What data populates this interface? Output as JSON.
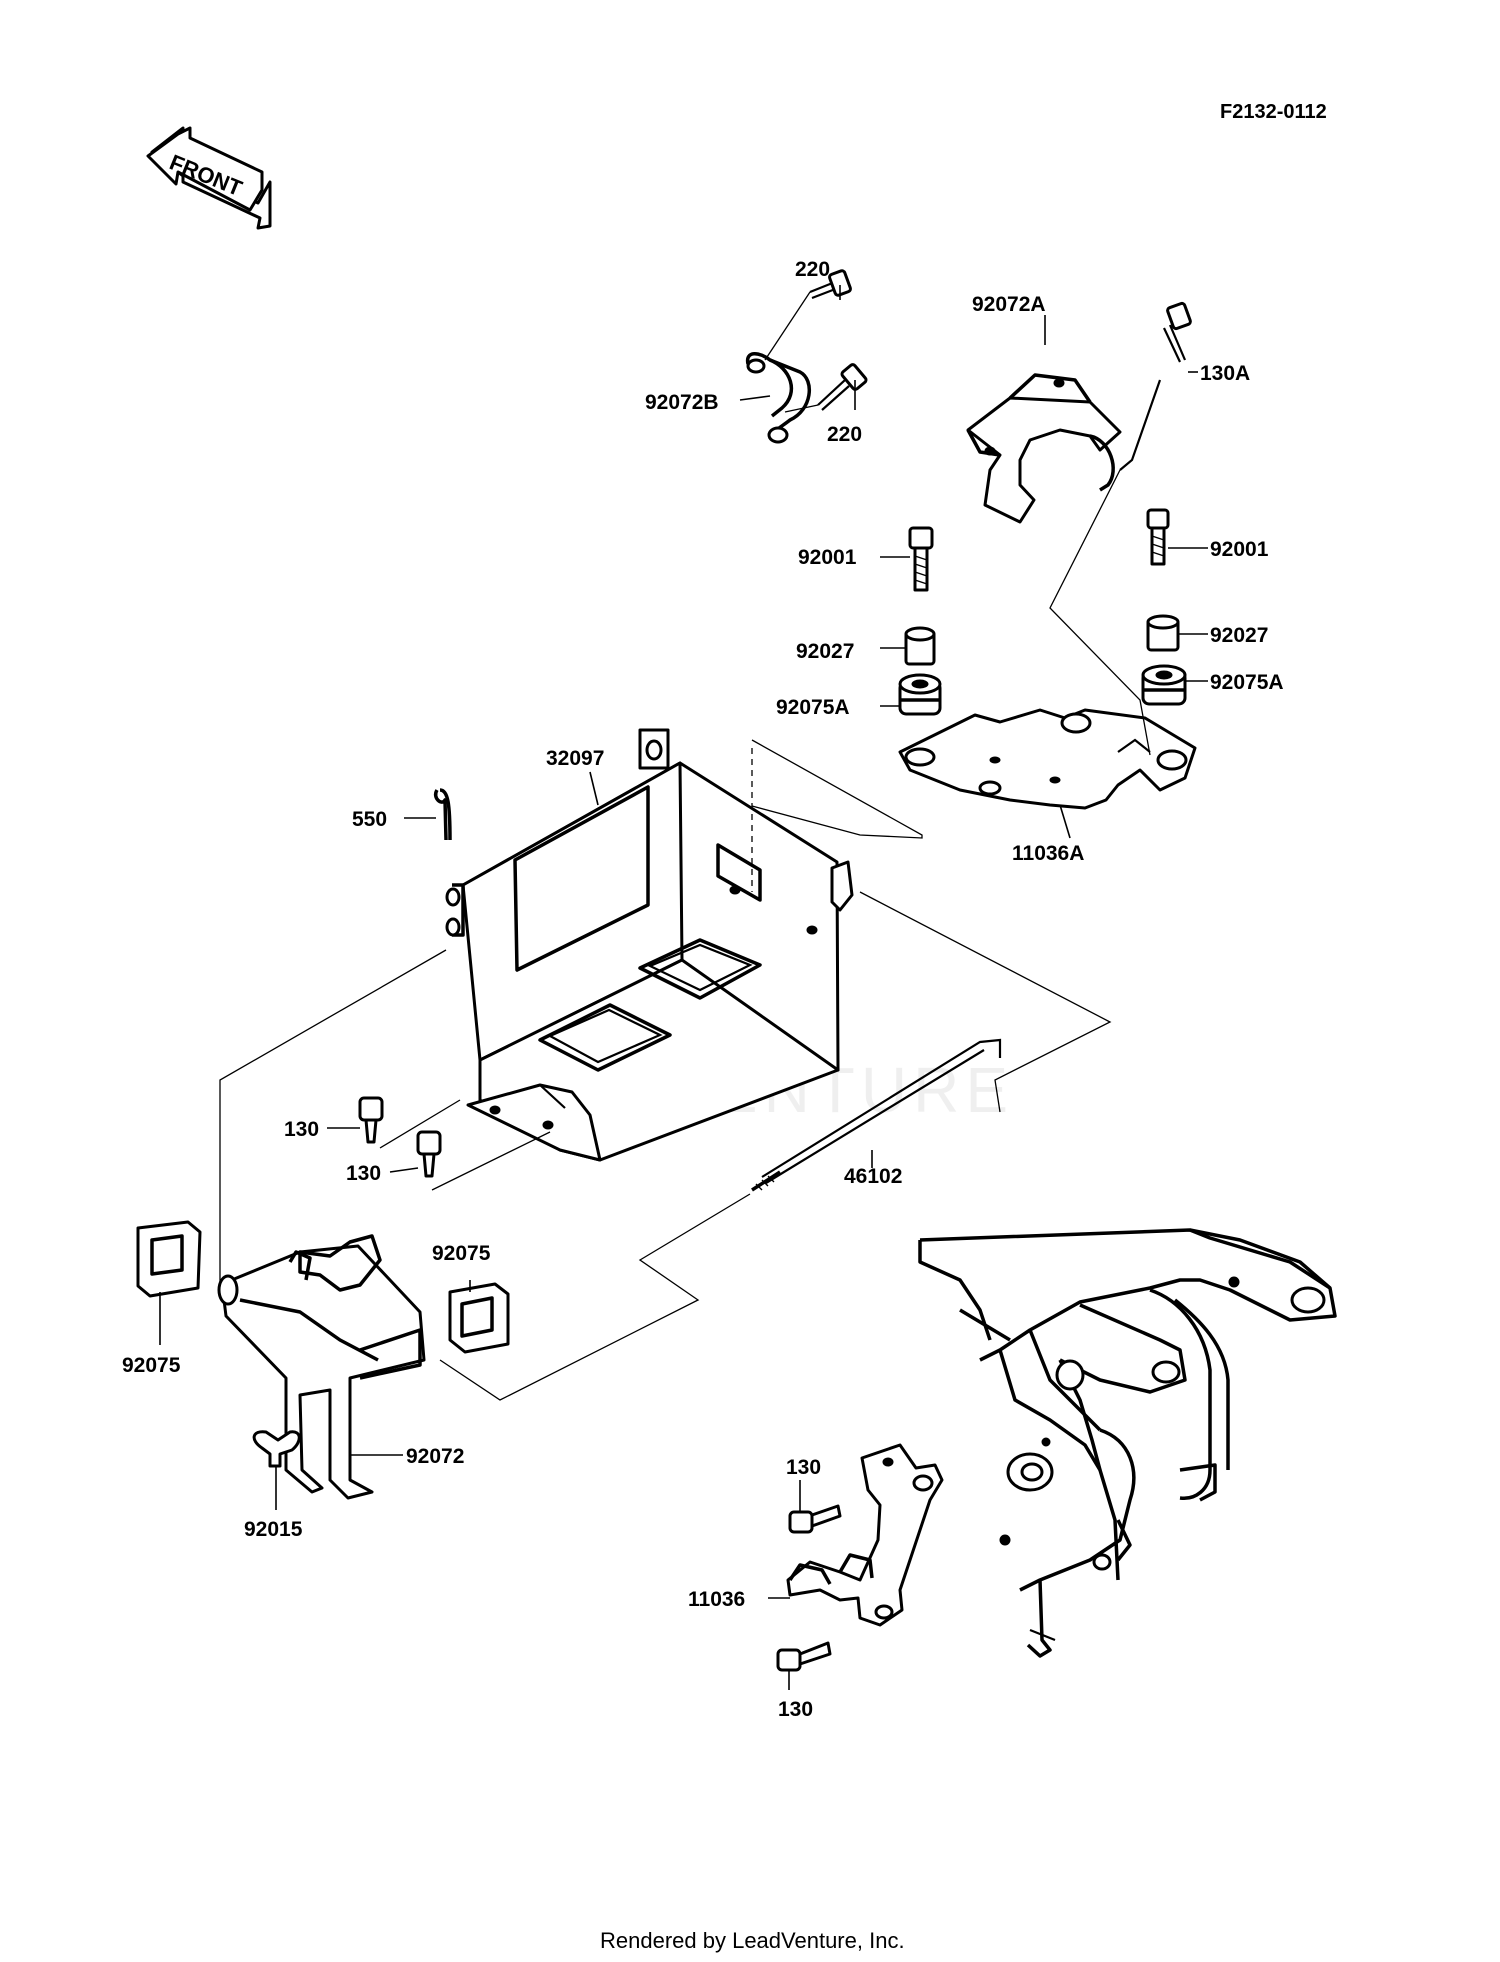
{
  "figure_code": "F2132-0112",
  "front_arrow_label": "FRONT",
  "watermark": "LEADVENTURE",
  "footer": "Rendered by LeadVenture, Inc.",
  "callouts": {
    "c220_top": "220",
    "c92072B": "92072B",
    "c220_bottom": "220",
    "c92072A": "92072A",
    "c130A": "130A",
    "c92001_left": "92001",
    "c92001_right": "92001",
    "c92027_left": "92027",
    "c92027_right": "92027",
    "c92075A_left": "92075A",
    "c92075A_right": "92075A",
    "c11036A": "11036A",
    "c32097": "32097",
    "c550": "550",
    "c130_a": "130",
    "c130_b": "130",
    "c46102": "46102",
    "c92075_left": "92075",
    "c92075_right": "92075",
    "c92072": "92072",
    "c92015": "92015",
    "c130_c": "130",
    "c11036": "11036",
    "c130_d": "130"
  }
}
